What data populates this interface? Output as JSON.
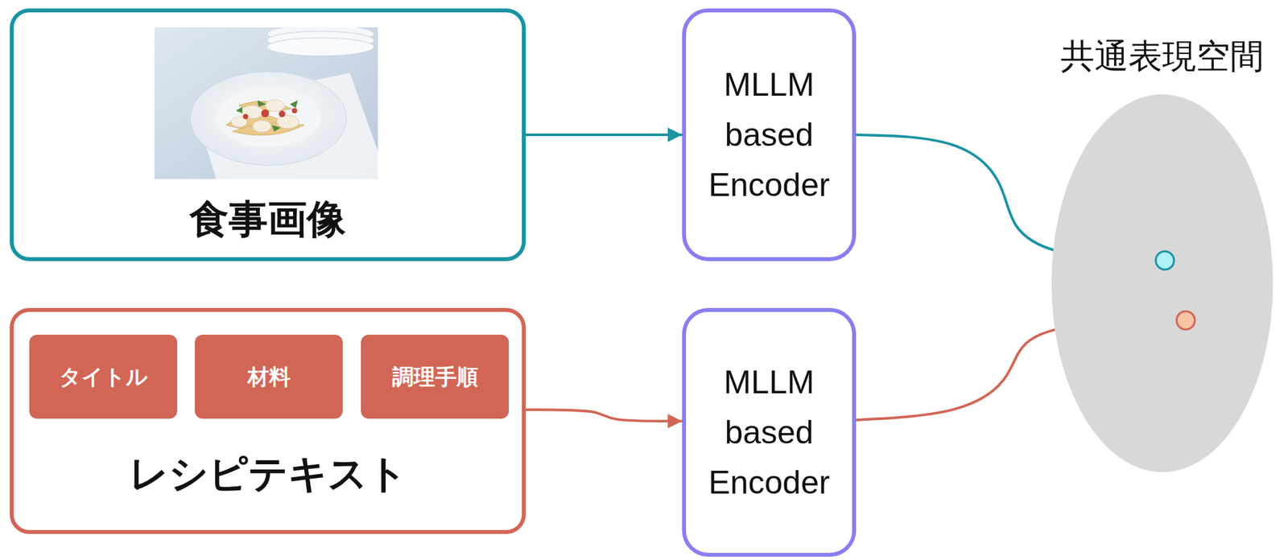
{
  "diagram": {
    "nodes": [
      {
        "text": [
          "食事画像"
        ]
      },
      {
        "text": [
          "レシピテキスト"
        ]
      },
      {
        "text": [
          "タイトル"
        ],
        "in": 1
      },
      {
        "text": [
          "材料"
        ],
        "in": 1
      },
      {
        "text": [
          "調理手順"
        ],
        "in": 1
      },
      {
        "text": [
          "MLLM based Encoder"
        ]
      },
      {
        "text": [
          "MLLM based Encoder"
        ]
      },
      {
        "text": [
          "共通表現空間"
        ]
      }
    ],
    "edges": [
      {
        "from": 0,
        "to": 5,
        "arrow": "to"
      },
      {
        "from": 1,
        "to": 6,
        "arrow": "to"
      },
      {
        "from": 5,
        "to": 7,
        "arrow": "to"
      },
      {
        "from": 6,
        "to": 7,
        "arrow": "to"
      }
    ]
  }
}
